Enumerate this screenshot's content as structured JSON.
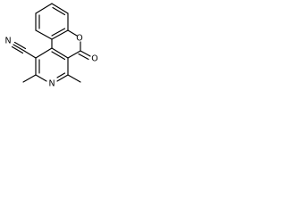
{
  "structure": {
    "atoms": {
      "oxygen_ring": "O",
      "oxygen_carbonyl": "O",
      "nitrogen_pyridine": "N",
      "nitrogen_nitrile": "N"
    }
  },
  "colors": {
    "bonds": "#000000",
    "labels": "#000000",
    "background": "#ffffff"
  }
}
